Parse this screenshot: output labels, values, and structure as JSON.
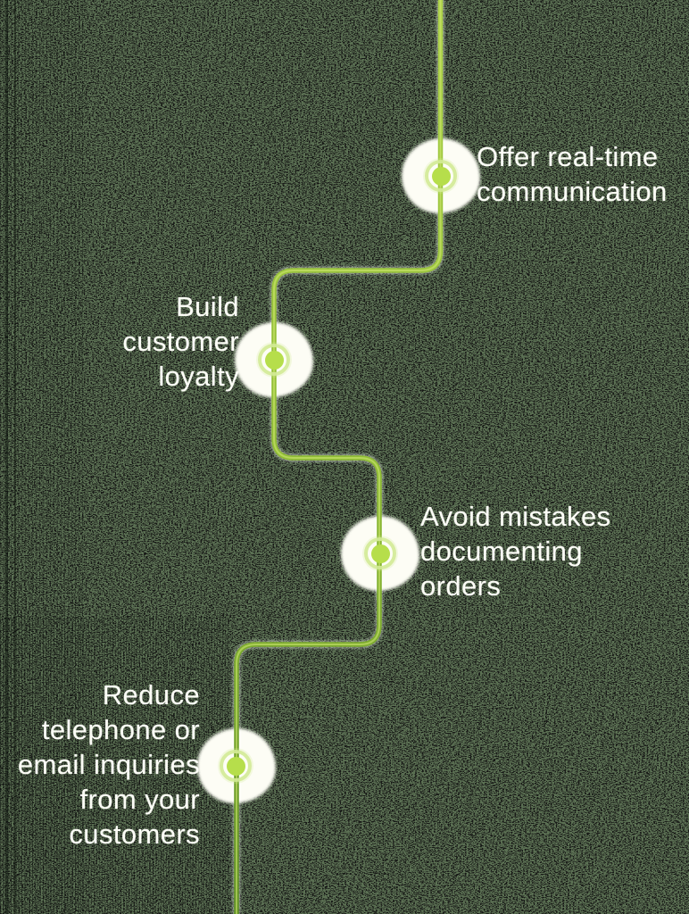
{
  "infographic": {
    "items": [
      {
        "id": 1,
        "side": "right",
        "label": "Offer real-time\ncommunication"
      },
      {
        "id": 2,
        "side": "left",
        "label": "Build\ncustomer\nloyalty"
      },
      {
        "id": 3,
        "side": "right",
        "label": "Avoid mistakes\ndocumenting\norders"
      },
      {
        "id": 4,
        "side": "left",
        "label": "Reduce\ntelephone or\nemail inquiries\nfrom your\ncustomers"
      }
    ],
    "colors": {
      "background": "#5b7053",
      "speckle": "#0b120c",
      "path_top": "#a8cf45",
      "path_middle": "#8fbc35",
      "path_bottom": "#5f9023",
      "node_halo": "#fdfdf5",
      "node_dot": "#b6de4b",
      "node_ring": "#d3ea96",
      "text": "#fcfdf6"
    }
  }
}
